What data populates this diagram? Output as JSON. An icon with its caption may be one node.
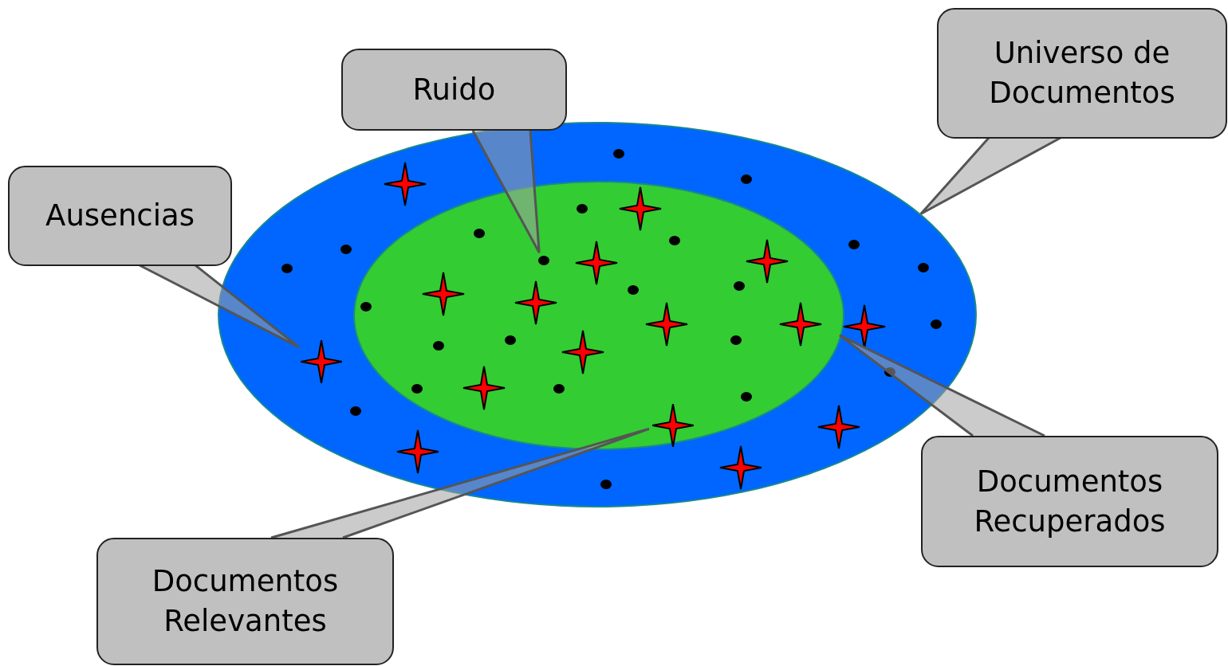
{
  "diagram": {
    "nodes": [
      {
        "text": [],
        "shape": "ellipse"
      },
      {
        "text": [],
        "shape": "ellipse",
        "in": 0
      },
      {
        "text": [
          "Ruido"
        ]
      },
      {
        "text": [
          "Universo de Documentos"
        ]
      },
      {
        "text": [
          "Ausencias"
        ]
      },
      {
        "text": [
          "Documentos Recuperados"
        ]
      },
      {
        "text": [
          "Documentos Relevantes"
        ]
      },
      {
        "text": [],
        "shape": "circle",
        "in": 1
      },
      {
        "text": [],
        "shape": "star",
        "in": 0
      },
      {
        "text": [],
        "shape": "star",
        "in": 1
      }
    ],
    "edges": [
      {
        "from": 2,
        "to": 7,
        "arrow": "none"
      },
      {
        "from": 3,
        "to": 0,
        "arrow": "none"
      },
      {
        "from": 4,
        "to": 8,
        "arrow": "none"
      },
      {
        "from": 5,
        "to": 1,
        "arrow": "none"
      },
      {
        "from": 6,
        "to": 9,
        "arrow": "none"
      }
    ]
  }
}
